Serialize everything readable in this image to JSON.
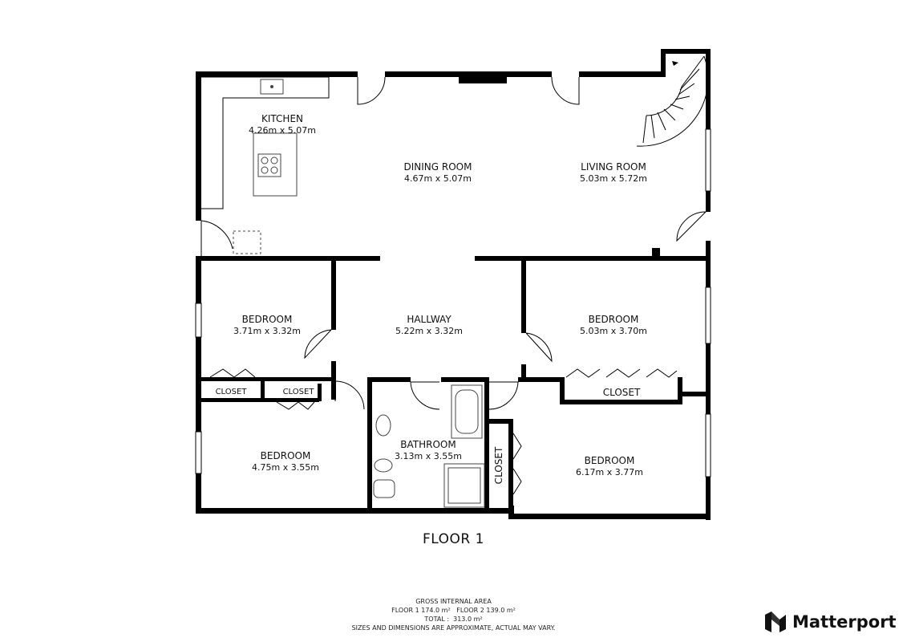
{
  "plan": {
    "floor_title": "FLOOR 1",
    "rooms": {
      "kitchen": {
        "name": "KITCHEN",
        "dims": "4.26m x 5.07m"
      },
      "dining": {
        "name": "DINING ROOM",
        "dims": "4.67m x 5.07m"
      },
      "living": {
        "name": "LIVING ROOM",
        "dims": "5.03m x 5.72m"
      },
      "bedroom_1": {
        "name": "BEDROOM",
        "dims": "3.71m x 3.32m"
      },
      "hallway": {
        "name": "HALLWAY",
        "dims": "5.22m x 3.32m"
      },
      "bedroom_2": {
        "name": "BEDROOM",
        "dims": "5.03m x 3.70m"
      },
      "bedroom_3": {
        "name": "BEDROOM",
        "dims": "4.75m x 3.55m"
      },
      "bathroom": {
        "name": "BATHROOM",
        "dims": "3.13m x 3.55m"
      },
      "bedroom_4": {
        "name": "BEDROOM",
        "dims": "6.17m x 3.77m"
      }
    },
    "closets": {
      "closet_a": "CLOSET",
      "closet_b": "CLOSET",
      "closet_c": "CLOSET",
      "closet_d": "CLOSET"
    }
  },
  "footer": {
    "area_title": "GROSS INTERNAL AREA",
    "area_floors": "FLOOR 1 174.0 m²   FLOOR 2 139.0 m²",
    "area_total": "TOTAL :  313.0 m²",
    "disclaimer": "SIZES AND DIMENSIONS ARE APPROXIMATE, ACTUAL MAY VARY."
  },
  "brand": {
    "name": "Matterport",
    "icon": "matterport-logo-icon"
  }
}
